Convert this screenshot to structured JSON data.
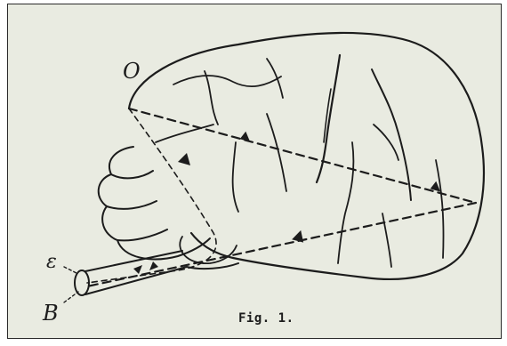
{
  "figure": {
    "caption": "Fig. 1.",
    "labels": {
      "top_point": "O",
      "left_upper": "ε",
      "left_lower": "B"
    }
  },
  "colors": {
    "paper": "#e9ebe1",
    "ink": "#1c1c1c",
    "border": "#2a2a2a"
  }
}
